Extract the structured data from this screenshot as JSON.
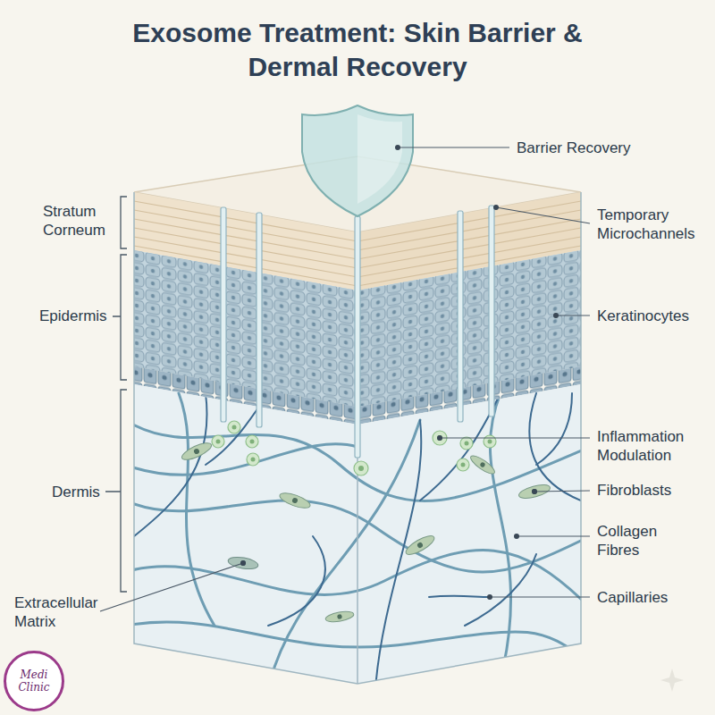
{
  "diagram": {
    "title": "Exosome Treatment: Skin Barrier & Dermal Recovery",
    "nodes": [
      {
        "text": [
          "Medi Clinic"
        ]
      }
    ],
    "labels": [
      "Barrier Recovery",
      "Stratum Corneum",
      "Temporary Microchannels",
      "Epidermis",
      "Keratinocytes",
      "Inflammation Modulation",
      "Dermis",
      "Fibroblasts",
      "Collagen Fibres",
      "Extracellular Matrix",
      "Capillaries"
    ]
  }
}
